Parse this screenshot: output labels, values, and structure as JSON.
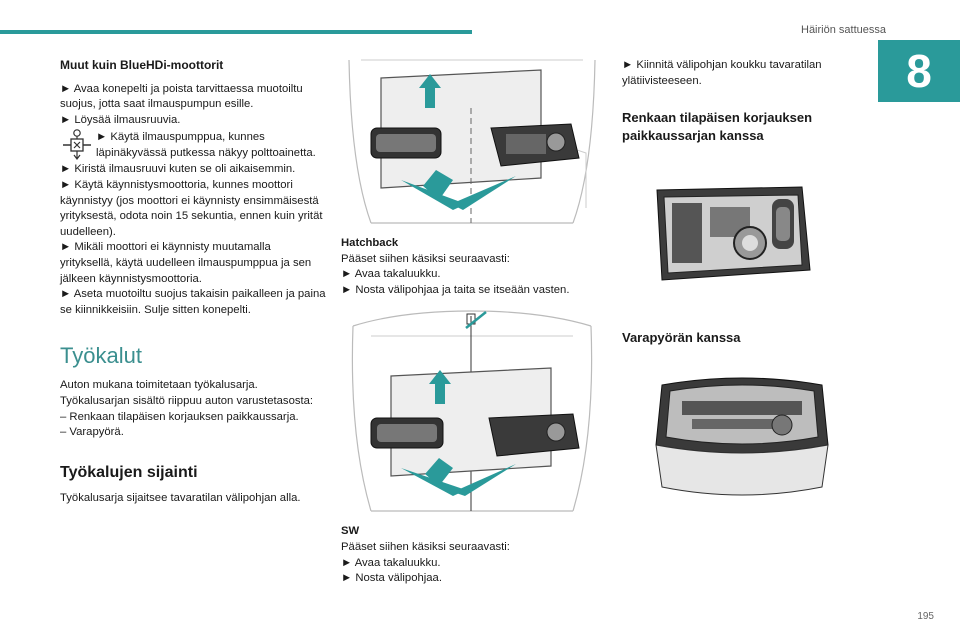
{
  "header": {
    "title": "Häiriön sattuessa",
    "chapter": "8",
    "page_number": "195"
  },
  "col1": {
    "heading": "Muut kuin BlueHDi-moottorit",
    "step1": "► Avaa konepelti ja poista tarvittaessa muotoiltu suojus, jotta saat ilmauspumpun esille.",
    "step2": "► Löysää ilmausruuvia.",
    "step3": "► Käytä ilmauspumppua, kunnes läpinäkyvässä putkessa näkyy polttoainetta.",
    "step4": "► Kiristä ilmausruuvi kuten se oli aikaisemmin.",
    "step5": "► Käytä käynnistysmoottoria, kunnes moottori käynnistyy (jos moottori ei käynnisty ensimmäisestä yrityksestä, odota noin 15 sekuntia, ennen kuin yrität uudelleen).",
    "step6": "► Mikäli moottori ei käynnisty muutamalla yrityksellä, käytä uudelleen ilmauspumppua ja sen jälkeen käynnistysmoottoria.",
    "step7": "► Aseta muotoiltu suojus takaisin paikalleen ja paina se kiinnikkeisiin. Sulje sitten konepelti.",
    "section_title": "Työkalut",
    "intro": "Auton mukana toimitetaan työkalusarja. Työkalusarjan sisältö riippuu auton varustetasosta:",
    "list1": "– Renkaan tilapäisen korjauksen paikkaussarja.",
    "list2": "– Varapyörä.",
    "subheading": "Työkalujen sijainti",
    "location_text": "Työkalusarja sijaitsee tavaratilan välipohjan alla."
  },
  "col2": {
    "hatchback_label": "Hatchback",
    "hatchback_text": "Pääset siihen käsiksi seuraavasti:",
    "hatchback_step1": "► Avaa takaluukku.",
    "hatchback_step2": "► Nosta välipohjaa ja taita se itseään vasten.",
    "sw_label": "SW",
    "sw_text": "Pääset siihen käsiksi seuraavasti:",
    "sw_step1": "► Avaa takaluukku.",
    "sw_step2": "► Nosta välipohjaa."
  },
  "col3": {
    "step_hook": "► Kiinnitä välipohjan koukku tavaratilan ylätiivisteeseen.",
    "heading_repair": "Renkaan tilapäisen korjauksen paikkaussarjan kanssa",
    "heading_spare": "Varapyörän kanssa"
  },
  "colors": {
    "accent": "#2a9a9a",
    "title_teal": "#3b8f8f"
  },
  "icons": [
    "fuel-pump-icon",
    "arrow-up-icon"
  ]
}
